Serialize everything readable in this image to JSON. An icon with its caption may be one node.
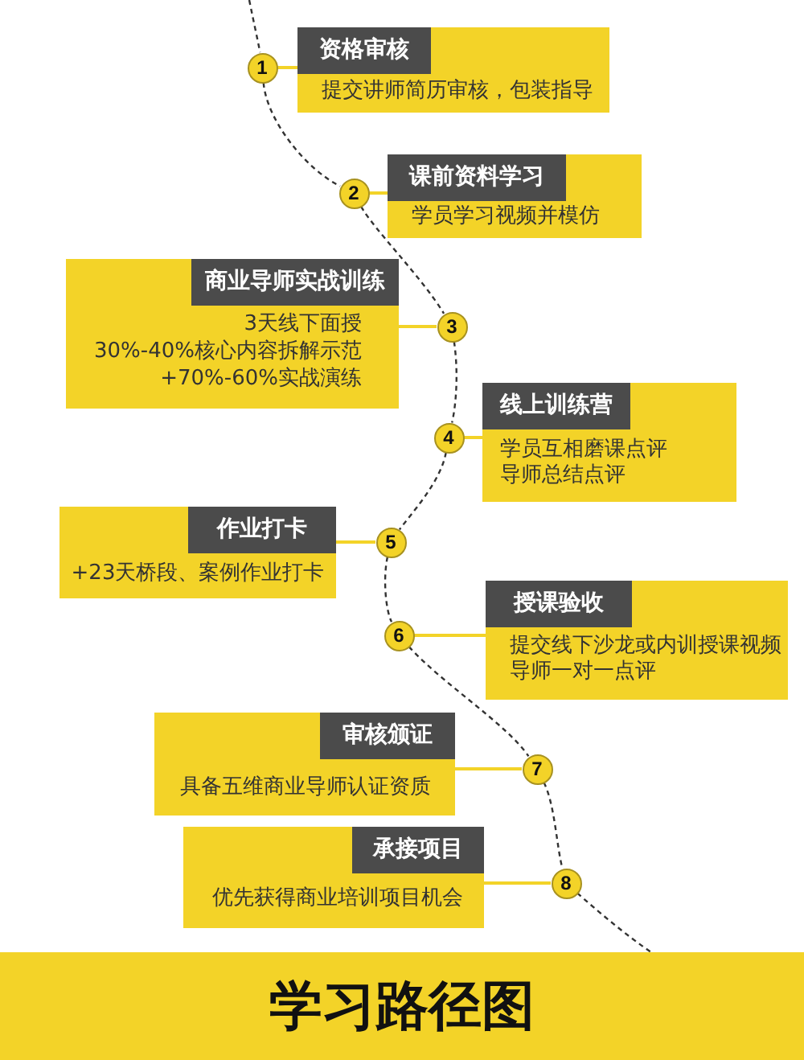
{
  "diagram": {
    "title": "学习路径图",
    "nodes": [
      {
        "text": [
          "1"
        ]
      },
      {
        "text": [
          "资格审核",
          "提交讲师简历审核，包装指导"
        ]
      },
      {
        "text": [
          "2"
        ]
      },
      {
        "text": [
          "课前资料学习",
          "学员学习视频并模仿"
        ]
      },
      {
        "text": [
          "商业导师实战训练",
          "3天线下面授",
          "30%-40%核心内容拆解示范",
          "+70%-60%实战演练"
        ]
      },
      {
        "text": [
          "3"
        ]
      },
      {
        "text": [
          "4"
        ]
      },
      {
        "text": [
          "线上训练营",
          "学员互相磨课点评",
          "导师总结点评"
        ]
      },
      {
        "text": [
          "作业打卡",
          "+23天桥段、案例作业打卡"
        ]
      },
      {
        "text": [
          "5"
        ]
      },
      {
        "text": [
          "6"
        ]
      },
      {
        "text": [
          "授课验收",
          "提交线下沙龙或内训授课视频",
          "导师一对一点评"
        ]
      },
      {
        "text": [
          "审核颁证",
          "具备五维商业导师认证资质"
        ]
      },
      {
        "text": [
          "7"
        ]
      },
      {
        "text": [
          "承接项目",
          "优先获得商业培训项目机会"
        ]
      },
      {
        "text": [
          "8"
        ]
      }
    ],
    "edges": [
      {
        "from": null,
        "to": 0,
        "arrow": "none",
        "style": "dashed"
      },
      {
        "from": 0,
        "to": 2,
        "arrow": "none",
        "style": "dashed"
      },
      {
        "from": 2,
        "to": 5,
        "arrow": "none",
        "style": "dashed"
      },
      {
        "from": 5,
        "to": 6,
        "arrow": "none",
        "style": "dashed"
      },
      {
        "from": 6,
        "to": 9,
        "arrow": "none",
        "style": "dashed"
      },
      {
        "from": 9,
        "to": 10,
        "arrow": "none",
        "style": "dashed"
      },
      {
        "from": 10,
        "to": 13,
        "arrow": "none",
        "style": "dashed"
      },
      {
        "from": 13,
        "to": 15,
        "arrow": "none",
        "style": "dashed"
      },
      {
        "from": 15,
        "to": null,
        "arrow": "none",
        "style": "dashed"
      },
      {
        "from": 0,
        "to": 1,
        "arrow": "none",
        "color": "#f3d328"
      },
      {
        "from": 2,
        "to": 3,
        "arrow": "none",
        "color": "#f3d328"
      },
      {
        "from": 5,
        "to": 4,
        "arrow": "none",
        "color": "#f3d328"
      },
      {
        "from": 6,
        "to": 7,
        "arrow": "none",
        "color": "#f3d328"
      },
      {
        "from": 9,
        "to": 8,
        "arrow": "none",
        "color": "#f3d328"
      },
      {
        "from": 10,
        "to": 11,
        "arrow": "none",
        "color": "#f3d328"
      },
      {
        "from": 13,
        "to": 12,
        "arrow": "none",
        "color": "#f3d328"
      },
      {
        "from": 15,
        "to": 14,
        "arrow": "none",
        "color": "#f3d328"
      }
    ]
  }
}
